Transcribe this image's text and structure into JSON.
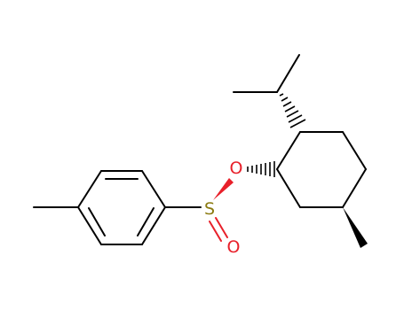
{
  "structure": {
    "atoms": {
      "oxygen_ester": {
        "symbol": "O",
        "color": "#e8202a"
      },
      "sulfur": {
        "symbol": "S",
        "color": "#8a7a10"
      },
      "oxygen_sulfinyl": {
        "symbol": "O",
        "color": "#e8202a"
      }
    },
    "bond_color": "#000000"
  }
}
